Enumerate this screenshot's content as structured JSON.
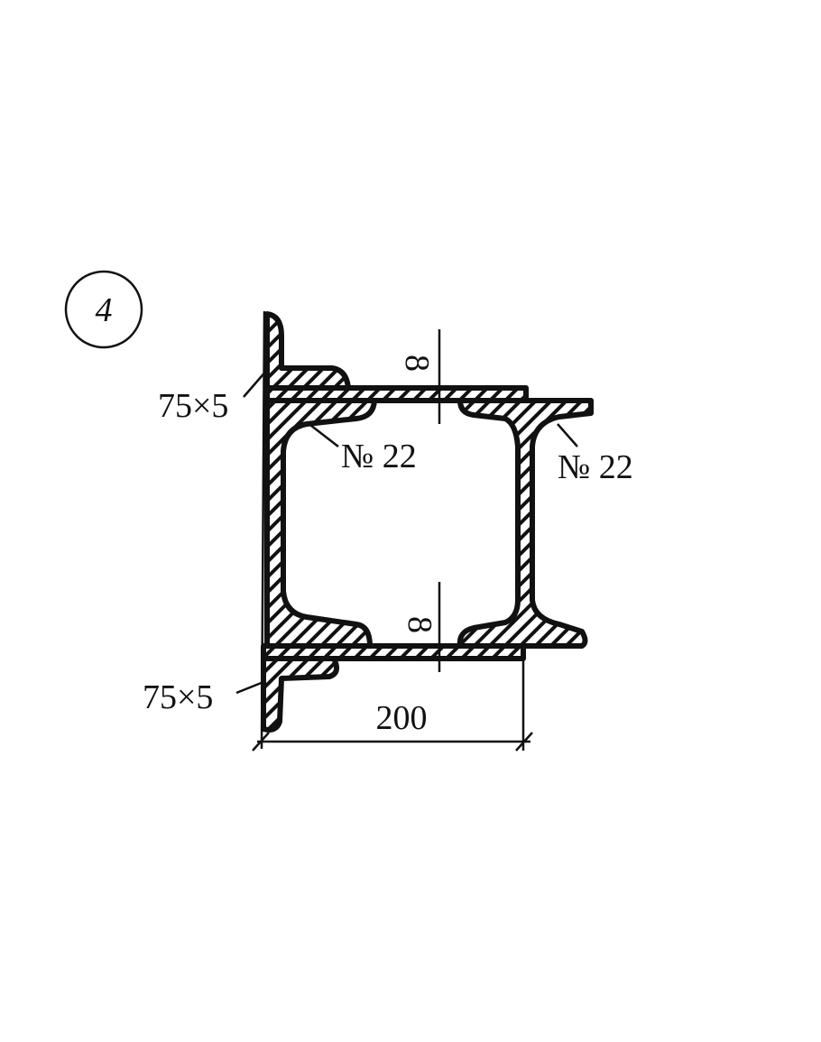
{
  "figure_number": "4",
  "labels": {
    "angle_top": "75×5",
    "angle_bottom": "75×5",
    "channel": "№ 22",
    "ibeam": "№ 22",
    "weld_top": "8",
    "weld_bottom": "8",
    "dimension": "200"
  }
}
